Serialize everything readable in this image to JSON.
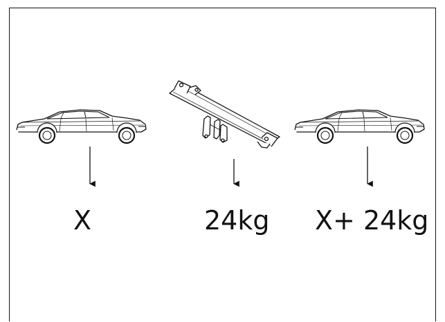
{
  "labels": {
    "car_weight": "X",
    "towbar_weight": "24kg",
    "total_weight": "X+ 24kg"
  },
  "colors": {
    "ink": "#111111",
    "background": "#ffffff"
  }
}
